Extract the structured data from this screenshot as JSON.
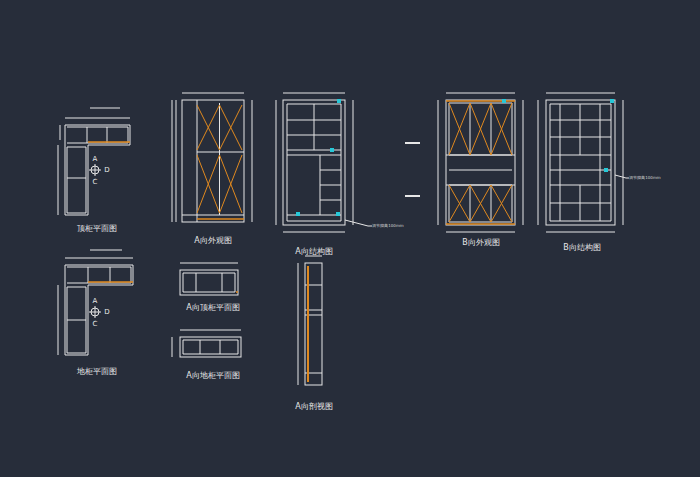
{
  "diagram": {
    "labels": [
      "顶柜平面图",
      "A",
      "D",
      "C",
      "A向外观图",
      "A向结构图",
      "调节脚高100mm",
      "B向外观图",
      "B向结构图",
      "调节脚高100mm",
      "地柜平面图",
      "A",
      "D",
      "C",
      "A向顶柜平面图",
      "A向地柜平面图",
      "A向剖视图"
    ]
  }
}
